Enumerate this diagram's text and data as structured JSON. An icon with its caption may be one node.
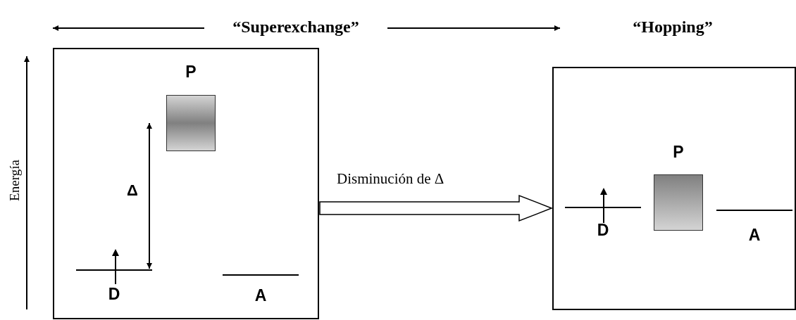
{
  "diagram": {
    "nodes": [
      {
        "text": [],
        "shape": "box"
      },
      {
        "text": [
          "P"
        ],
        "in": 0
      },
      {
        "text": [
          "D"
        ],
        "in": 0
      },
      {
        "text": [
          "A"
        ],
        "in": 0
      },
      {
        "text": [],
        "shape": "box"
      },
      {
        "text": [
          "D"
        ],
        "in": 4
      },
      {
        "text": [
          "P"
        ],
        "in": 4
      },
      {
        "text": [
          "A"
        ],
        "in": 4
      }
    ],
    "edges": [
      {
        "from": 0,
        "to": 4,
        "arrow": "to",
        "label": "Disminución de Δ"
      },
      {
        "from": 2,
        "to": 1,
        "arrow": "both",
        "label": "Δ"
      }
    ],
    "labels": [
      "“Superexchange”",
      "“Hopping”",
      "Energía"
    ]
  }
}
